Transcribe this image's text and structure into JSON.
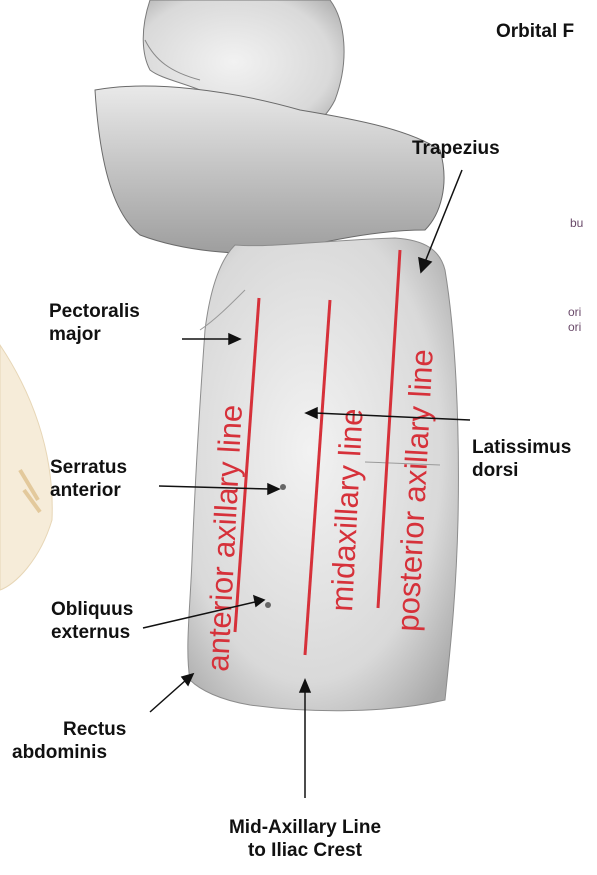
{
  "header": {
    "title": "Orbital F"
  },
  "fragments": [
    "bu",
    "ori",
    "ori"
  ],
  "axillary_lines": [
    {
      "id": "anterior",
      "text": "anterior axillary line"
    },
    {
      "id": "mid",
      "text": "midaxillary line"
    },
    {
      "id": "posterior",
      "text": "posterior axillary line"
    }
  ],
  "labels": {
    "trapezius": [
      "Trapezius"
    ],
    "pectoralis": [
      "Pectoralis",
      "major"
    ],
    "latissimus": [
      "Latissimus",
      "dorsi"
    ],
    "serratus": [
      "Serratus",
      "anterior"
    ],
    "obliquus": [
      "Obliquus",
      "externus"
    ],
    "rectus": [
      "Rectus",
      "abdominis"
    ],
    "iliac": [
      "Mid-Axillary Line",
      "to Iliac Crest"
    ]
  },
  "colors": {
    "line_red": "#d6313a",
    "label_text": "#111111",
    "skin_shadow": "#b8b8b8"
  }
}
